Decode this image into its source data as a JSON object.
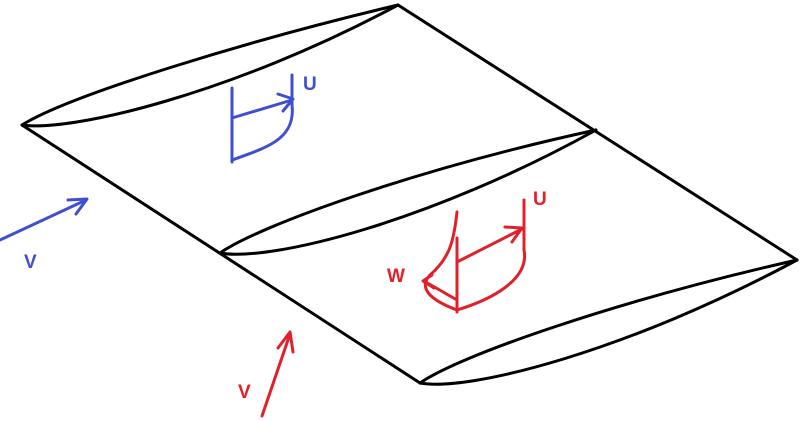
{
  "colors": {
    "outline": "#000000",
    "blue": "#3f4fcf",
    "red": "#e0202a"
  },
  "labels": {
    "blue_profile_velocity": "U",
    "blue_freestream": "V",
    "red_profile_velocity": "U",
    "red_crossflow": "W",
    "red_freestream": "V"
  }
}
